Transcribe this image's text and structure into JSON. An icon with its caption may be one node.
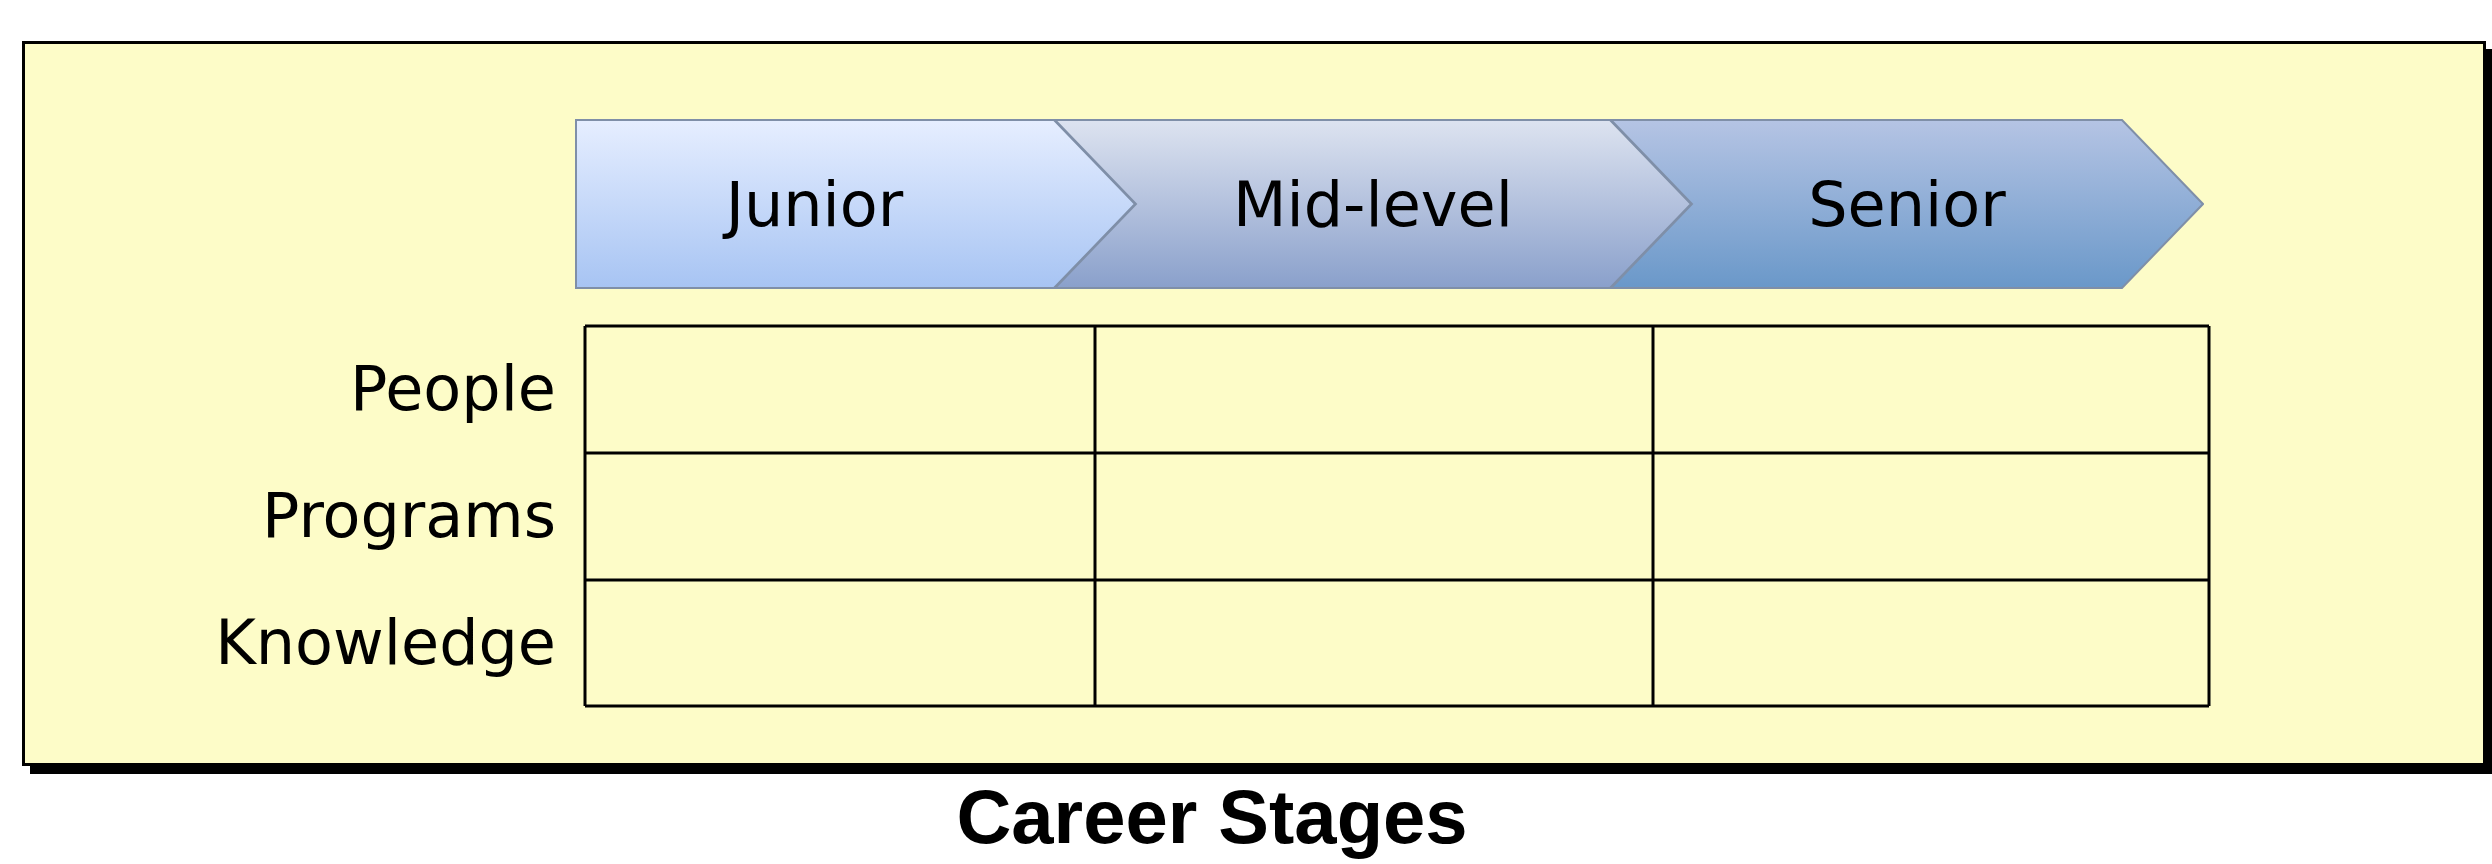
{
  "diagram": {
    "caption": "Career Stages",
    "nodes": [
      {
        "text": [],
        "shape": "box"
      },
      {
        "text": [
          "Junior"
        ],
        "in": 0
      },
      {
        "text": [
          "Mid-level"
        ],
        "in": 0
      },
      {
        "text": [
          "Senior"
        ],
        "in": 0
      }
    ],
    "edges": [],
    "labels": [
      "People",
      "Programs",
      "Knowledge"
    ]
  }
}
